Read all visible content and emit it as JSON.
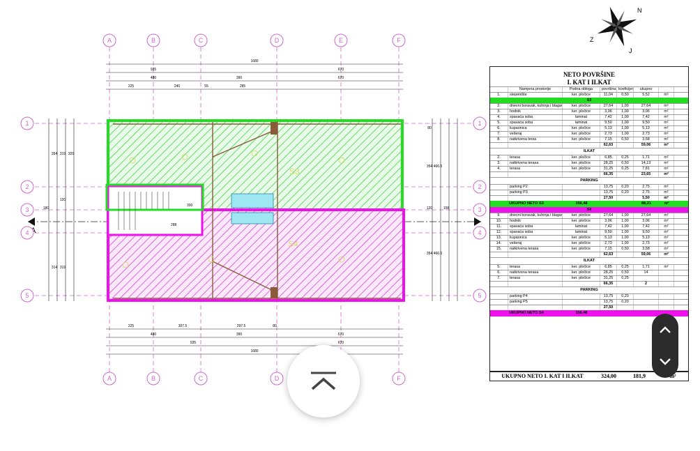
{
  "plan": {
    "grid_cols": [
      "A",
      "B",
      "C",
      "D",
      "E",
      "F"
    ],
    "grid_rows": [
      "1",
      "2",
      "3",
      "4",
      "5"
    ],
    "section_mark": "A",
    "top_dims": {
      "total": "1680",
      "row2": [
        "935",
        "670"
      ],
      "row3": [
        "480",
        "390",
        "670"
      ],
      "row4": [
        "225",
        "240",
        "55",
        "285"
      ]
    },
    "bottom_dims": {
      "row1": [
        "225",
        "307.5",
        "297.5",
        "80"
      ],
      "row2": [
        "480",
        "390",
        "670"
      ],
      "row3": [
        "935",
        "670"
      ],
      "total": "1680"
    },
    "zone_labels": {
      "s3": "S3",
      "s4": "S4"
    },
    "stair_dims": [
      "300",
      "288"
    ],
    "left_dims": [
      "354",
      "319",
      "329",
      "120",
      "180",
      "314",
      "319"
    ],
    "right_dims": [
      "80",
      "354",
      "466.5",
      "120",
      "158",
      "354",
      "466.5"
    ]
  },
  "table": {
    "title_line1": "NETO POVRŠINE",
    "title_line2": "I. KAT I ILKAT",
    "headers": [
      "",
      "Namjena prostorije",
      "Podna obloga",
      "površina",
      "koeficijent",
      "ukupno",
      ""
    ],
    "row_first": [
      "1.",
      "stepenište",
      "ker. pločice",
      "11,04",
      "0,50",
      "5,52",
      "m²"
    ],
    "s3_label": "S3",
    "s3_rows": [
      [
        "2.",
        "dnevni boravak, kuhinja i blagavaonica",
        "ker. pločice",
        "27,64",
        "1,00",
        "27,64",
        "m²"
      ],
      [
        "3.",
        "hodnik",
        "ker. pločice",
        "3,06",
        "1,00",
        "3,06",
        "m²"
      ],
      [
        "4.",
        "spavaća soba",
        "laminat",
        "7,42",
        "1,00",
        "7,42",
        "m²"
      ],
      [
        "5.",
        "spavaća soba",
        "laminat",
        "9,50",
        "1,00",
        "9,50",
        "m²"
      ],
      [
        "6.",
        "kupaonica",
        "ker. pločice",
        "5,13",
        "1,00",
        "5,13",
        "m²"
      ],
      [
        "7.",
        "vešeraj",
        "ker. pločice",
        "2,73",
        "1,00",
        "2,73",
        "m²"
      ],
      [
        "8.",
        "natkrivena teras",
        "ker. pločice",
        "7,15",
        "0,50",
        "3,58",
        "m²"
      ]
    ],
    "s3_sub": [
      "62,63",
      "59,06",
      "m²"
    ],
    "s3_ilkat_label": "ILKAT",
    "s3_ilkat_rows": [
      [
        "2.",
        "terasa",
        "ker. pločice",
        "6,85",
        "0,25",
        "1,71",
        "m²"
      ],
      [
        "3.",
        "natkrivena terasa",
        "ker. pločice",
        "28,25",
        "0,50",
        "14,13",
        "m²"
      ],
      [
        "4.",
        "terasa",
        "ker. pločice",
        "31,25",
        "0,25",
        "7,81",
        "m²"
      ]
    ],
    "s3_ilkat_sub": [
      "66,35",
      "23,65",
      "m²"
    ],
    "s3_parking_label": "PARKING",
    "s3_parking_rows": [
      [
        "",
        "parking P2",
        "",
        "13,75",
        "0,20",
        "2,75",
        "m²"
      ],
      [
        "",
        "parking P3",
        "",
        "13,75",
        "0,20",
        "2,75",
        "m²"
      ]
    ],
    "s3_parking_sub": [
      "27,50",
      "5,50",
      "m²"
    ],
    "s3_total": [
      "UKUPNO NETO S3",
      "156,48",
      "88,21",
      "m²"
    ],
    "s4_label": "S4",
    "s4_rows": [
      [
        "9.",
        "dnevni boravak, kuhinja i blagavaonica",
        "ker. pločice",
        "27,64",
        "1,00",
        "27,64",
        "m²"
      ],
      [
        "10.",
        "hodnik",
        "ker. pločice",
        "3,06",
        "1,00",
        "3,06",
        "m²"
      ],
      [
        "11.",
        "spavaća soba",
        "laminat",
        "7,42",
        "1,00",
        "7,42",
        "m²"
      ],
      [
        "12.",
        "spavaća soba",
        "laminat",
        "9,50",
        "1,00",
        "9,50",
        "m²"
      ],
      [
        "13.",
        "kupaonica",
        "ker. pločice",
        "5,13",
        "1,00",
        "5,13",
        "m²"
      ],
      [
        "14.",
        "vešeraj",
        "ker. pločice",
        "2,73",
        "1,00",
        "2,73",
        "m²"
      ],
      [
        "15.",
        "natkrivena terasa",
        "ker. pločice",
        "7,15",
        "0,50",
        "3,58",
        "m²"
      ]
    ],
    "s4_sub": [
      "62,63",
      "59,06",
      "m²"
    ],
    "s4_ilkat_label": "ILKAT",
    "s4_ilkat_rows": [
      [
        "5.",
        "terasa",
        "ker. pločice",
        "6,85",
        "0,25",
        "1,71",
        "m²"
      ],
      [
        "6.",
        "natkrivena terasa",
        "ker. pločice",
        "28,25",
        "0,50",
        "14",
        ""
      ],
      [
        "7.",
        "terasa",
        "ker. pločice",
        "31,25",
        "0,25",
        "",
        ""
      ]
    ],
    "s4_ilkat_sub": [
      "66,35",
      "2",
      ""
    ],
    "s4_parking_label": "PARKING",
    "s4_parking_rows": [
      [
        "",
        "parking P4",
        "",
        "13,75",
        "0,20",
        "",
        ""
      ],
      [
        "",
        "parking P5",
        "",
        "13,75",
        "0,20",
        "",
        ""
      ]
    ],
    "s4_parking_sub": [
      "27,50",
      "",
      ""
    ],
    "s4_total": [
      "UKUPNO NETO S4",
      "156,48",
      "",
      ""
    ],
    "grand_total": [
      "UKUPNO NETO I. KAT I ILKAT",
      "324,00",
      "181,9",
      "m²"
    ]
  },
  "compass": {
    "icon": "compass-rose-icon",
    "marks": [
      "N",
      "Z",
      "J"
    ]
  },
  "controls": {
    "scroll_top_icon": "scroll-to-top-icon",
    "page_up_icon": "chevron-up-icon",
    "page_down_icon": "chevron-down-icon"
  },
  "colors": {
    "green": "#22dd22",
    "magenta": "#ee11ee",
    "grid": "#cc66cc",
    "dark": "#2b2b2b"
  }
}
